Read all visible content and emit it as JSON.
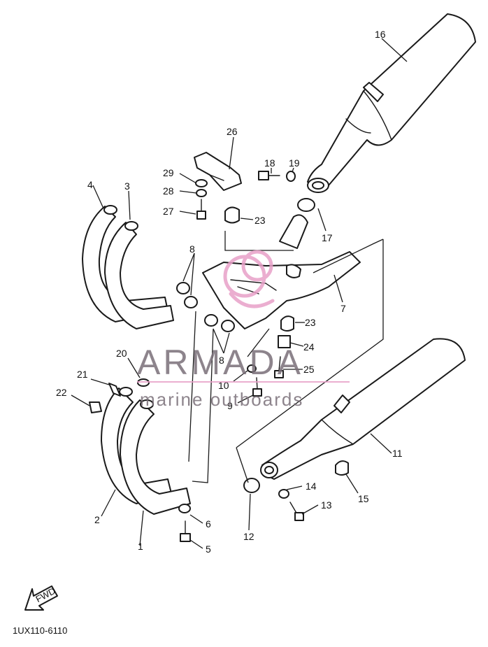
{
  "callouts": {
    "p1": "1",
    "p2": "2",
    "p3": "3",
    "p4": "4",
    "p5": "5",
    "p6": "6",
    "p7": "7",
    "p8a": "8",
    "p8b": "8",
    "p9": "9",
    "p10": "10",
    "p11": "11",
    "p12": "12",
    "p13": "13",
    "p14": "14",
    "p15": "15",
    "p16": "16",
    "p17": "17",
    "p18": "18",
    "p19": "19",
    "p20": "20",
    "p21": "21",
    "p22": "22",
    "p23a": "23",
    "p23b": "23",
    "p24": "24",
    "p25": "25",
    "p26": "26",
    "p27": "27",
    "p28": "28",
    "p29": "29"
  },
  "diagram_code": "1UX110-6110",
  "fwd_label": "FWD",
  "watermark": {
    "brand": "ARMADA",
    "tagline": "marine outboards",
    "brand_color": "#7a6f78",
    "accent_color": "#e8a0c8"
  }
}
